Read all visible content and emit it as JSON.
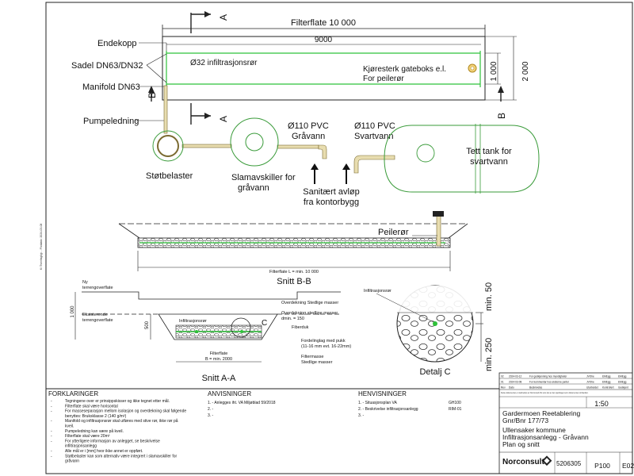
{
  "plan": {
    "filterflate": "Filterflate 10 000",
    "length_9000": "9000",
    "width_1000": "1 000",
    "width_2000": "2 000",
    "section_a": "A",
    "section_b": "B",
    "infiltration_pipe": "Ø32 infiltrasjonsrør",
    "gatebox_line1": "Kjøresterk gateboks e.l.",
    "gatebox_line2": "For peilerør",
    "endekopp": "Endekopp",
    "sadel": "Sadel DN63/DN32",
    "manifold": "Manifold DN63",
    "pumpeledning": "Pumpeledning",
    "stotbelaster": "Støtbelaster",
    "slam_line1": "Slamavskiller for",
    "slam_line2": "gråvann",
    "pvc_gra_1": "Ø110 PVC",
    "pvc_gra_2": "Gråvann",
    "pvc_svart_1": "Ø110 PVC",
    "pvc_svart_2": "Svartvann",
    "tank_1": "Tett tank for",
    "tank_2": "svartvann",
    "sanitary_1": "Sanitært avløp",
    "sanitary_2": "fra kontorbygg"
  },
  "section_bb": {
    "title": "Snitt B-B",
    "peilerør": "Peilerør",
    "dim_label": "Filterflate L = min. 10 000"
  },
  "section_aa": {
    "title": "Snitt A-A",
    "ny_terreng_1": "Ny",
    "ny_terreng_2": "terrengoverflate",
    "eks_terreng_1": "Eksisterende",
    "eks_terreng_2": "terrengoverflate",
    "dim_1000": "1 000",
    "dim_500": "500",
    "infiltrasjonsror": "Infiltrasjonsrør",
    "circle_label": "C",
    "overdekning_1": "Overdekning Stedlige masser",
    "overdekning_2": "Overdekning stedlige masser",
    "overdekning_3": "dmin. = 150",
    "fiberduk": "Fiberduk",
    "fordeling_1": "Fordelinglag med pukk",
    "fordeling_2": "(11-16 mm evt. 16-22mm)",
    "filtermasse_1": "Filtermasse",
    "filtermasse_2": "Stedlige masser",
    "filterflate_1": "Filterflate",
    "filterflate_2": "B = min. 2000"
  },
  "detail_c": {
    "title": "Detalj C",
    "infiltrasjonsror": "Infiltrasjonsrør",
    "min50": "min. 50",
    "min250": "min. 250"
  },
  "side_text": "K:\\Tverrfaglig\\... Plotdato: 2024-03-08",
  "forklaringer": {
    "title": "FORKLARINGER",
    "items": [
      "Tegningene over er prinsippskisser og ikke tegnet etter mål.",
      "Filterflate skal være horisontal",
      "For masseseparasjon mellom isolasjon og overdekning skal følgende benyttes: Bruksklasse 2 (140 g/m²)",
      "Manifold og infiltrasjonsrør skal utføres med stive rør, ikke rør på kveil.",
      "Pumpeledning kan være på kveil.",
      "Filterflate skal være 20m²",
      "For ytterligere informasjon av anlegget, se beskrivelse infiltrasjonsanlegg",
      "Alle mål er i [mm] hvor ikke annet er oppført.",
      "Støtbelaster kan som alternativ være integrert i slamavskiller for gråvann"
    ]
  },
  "anvisninger": {
    "title": "ANVISNINGER",
    "items": [
      "1.   - Anlegges iht. VA Miljøblad 59/2018",
      "2.   -",
      "3.   -"
    ]
  },
  "henvisninger": {
    "title": "HENVISNINGER",
    "items": [
      "1.   - Situasjonsplan VA",
      "2.   - Beskrivelse infiltrasjonsanlegg",
      "3.   -"
    ],
    "codes": [
      "GH100",
      "RIM-01",
      ""
    ]
  },
  "revisions": {
    "rows": [
      {
        "rev": "02",
        "date": "2024-03-12",
        "desc": "For godkjenning hos myndigheter",
        "a": "JVOhe",
        "b": "EMEgg",
        "c": "EMEgg"
      },
      {
        "rev": "01",
        "date": "2024-03-08",
        "desc": "For kommentar hos eksterne parter",
        "a": "JVOhe",
        "b": "EMEgg",
        "c": "EMEgg"
      },
      {
        "rev": "Rev",
        "date": "Dato",
        "desc": "Beskrivelse",
        "a": "Utarbeidet",
        "b": "Kontrollert",
        "c": "Godkjent"
      }
    ]
  },
  "titleblock": {
    "scale": "1:50",
    "project_1": "Gardermoen Reetablering",
    "project_2": "Gnr/Bnr 177/73",
    "project_3": "Ullensaker kommune",
    "project_4": "Infiltrasjonsanlegg - Gråvann",
    "project_5": "Plan og snitt",
    "company": "Norconsult",
    "project_no": "5206305",
    "drawing_no": "P100",
    "rev": "E02"
  },
  "colors": {
    "pipe_green": "#2fc23a",
    "pipe_fill": "#e8ddb0",
    "tank_green": "#3a9b3a",
    "gravel": "#555555",
    "line": "#222222"
  }
}
